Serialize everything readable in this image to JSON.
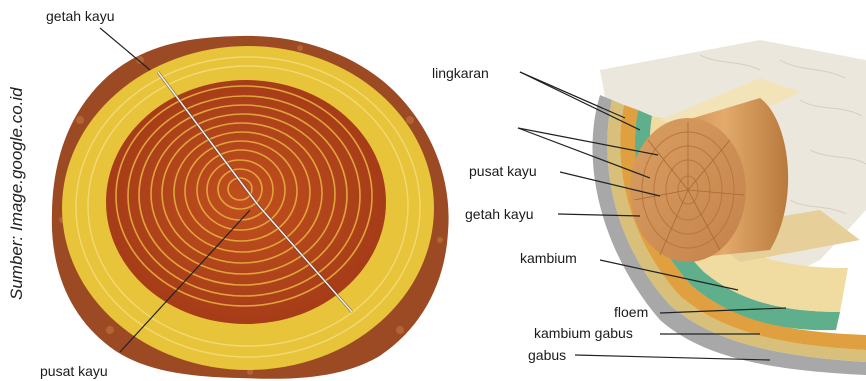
{
  "source_credit": "Sumber: Image.google.co.id",
  "left_figure": {
    "labels": {
      "sapwood": "getah kayu",
      "heartwood": "pusat kayu"
    }
  },
  "right_figure": {
    "labels": {
      "rings": "lingkaran",
      "heartwood": "pusat kayu",
      "sapwood": "getah kayu",
      "cambium": "kambium",
      "phloem": "floem",
      "cork_cambium": "kambium gabus",
      "cork": "gabus"
    }
  },
  "colors": {
    "bark": "#9c4a24",
    "sapwood": "#e8c43a",
    "heartwood": "#b8461c",
    "ring": "#e0a43a",
    "cambium_green": "#5fae8c",
    "phloem_orange": "#e0a040",
    "cork_gray": "#a8a8a8"
  }
}
